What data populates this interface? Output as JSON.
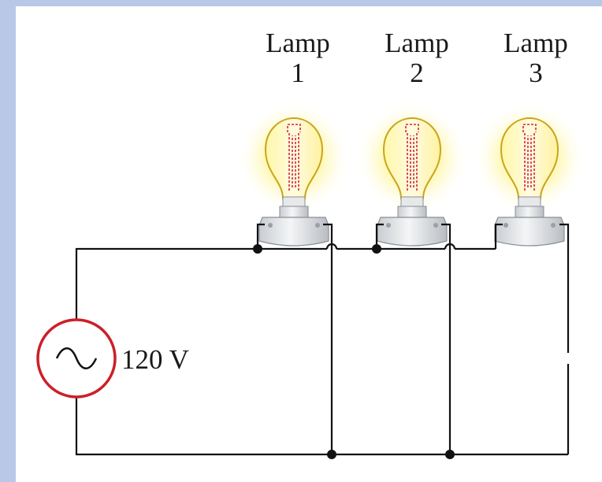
{
  "lamps": [
    {
      "name": "Lamp",
      "number": "1"
    },
    {
      "name": "Lamp",
      "number": "2"
    },
    {
      "name": "Lamp",
      "number": "3"
    }
  ],
  "source": {
    "label": "120 V"
  },
  "colors": {
    "background": "#b8c8e6",
    "wire": "#111111",
    "source_ring": "#cc1f2a",
    "glow": "#fff27a",
    "filament": "#d2283c"
  }
}
